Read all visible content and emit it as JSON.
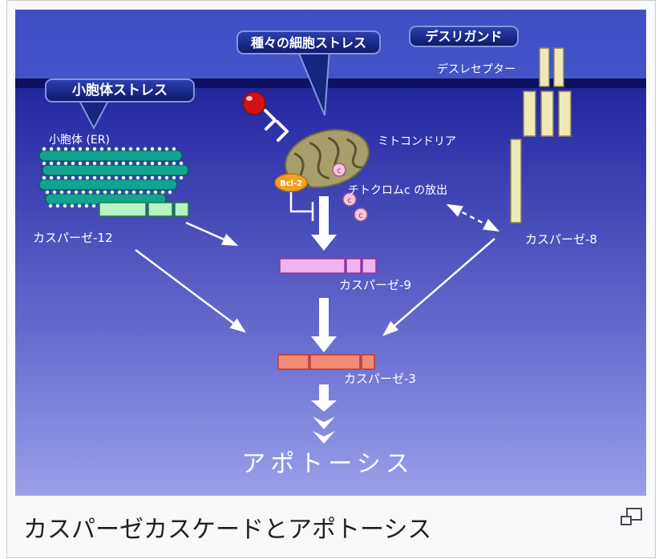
{
  "caption": {
    "text": "カスパーゼカスケードとアポトーシス"
  },
  "figure": {
    "bubbles": {
      "er_stress": "小胞体ストレス",
      "cell_stress": "種々の細胞ストレス",
      "death_ligand": "デスリガンド"
    },
    "labels": {
      "death_receptor": "デスレセプター",
      "er": "小胞体 (ER)",
      "mitochondria": "ミトコンドリア",
      "cytochrome_release": "チトクロムc の放出",
      "caspase12": "カスパーゼ-12",
      "caspase9": "カスパーゼ-9",
      "caspase8": "カスパーゼ-8",
      "caspase3": "カスパーゼ-3",
      "apoptosis": "アポトーシス"
    },
    "molecules": {
      "bcl2": "Bcl-2",
      "cyt_c": "c"
    },
    "colors": {
      "background_top": "#3f4fc3",
      "background_bottom": "#9aa0ea",
      "membrane": "#0e1160",
      "bubble_fill": "#16257e",
      "bubble_border": "#8494e0",
      "er_teal": "#11a394",
      "caspase12_bar": "#b9f2c4",
      "caspase9_bar": "#f0b3ee",
      "caspase3_bar": "#f28a76",
      "mitochondria_fill": "#a79e6c",
      "bcl2_fill": "#f2a024",
      "stress_ball": "#cf1212",
      "receptor_fill": "#efe9b8",
      "cytochrome_c_fill": "#f2c6de",
      "arrow": "#ffffff"
    }
  }
}
